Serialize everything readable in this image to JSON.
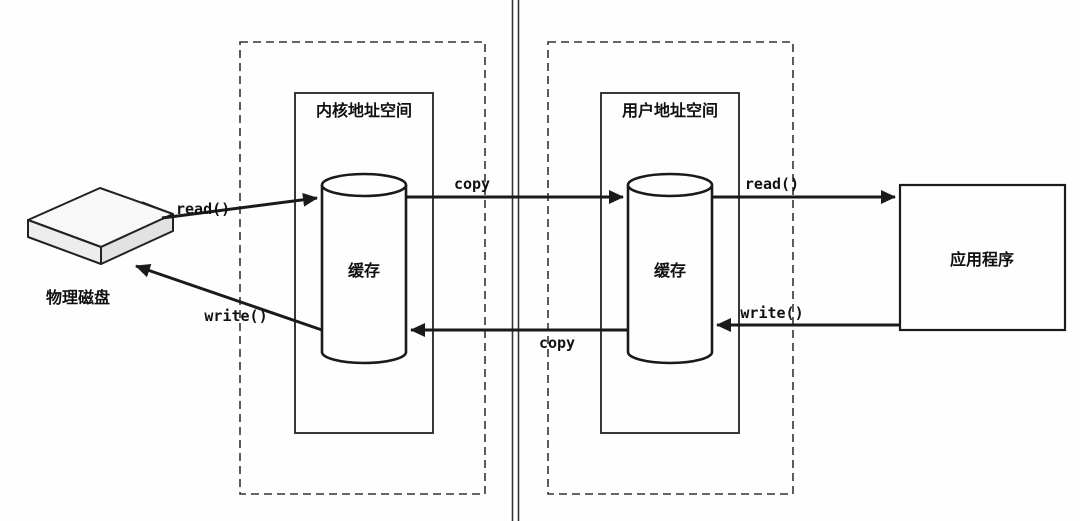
{
  "diagram": {
    "disk": {
      "label": "物理磁盘"
    },
    "kernel_space": {
      "label": "内核地址空间",
      "buffer_label": "缓存"
    },
    "user_space": {
      "label": "用户地址空间",
      "buffer_label": "缓存"
    },
    "application": {
      "label": "应用程序"
    },
    "flows": {
      "disk_to_kernel": "read()",
      "kernel_to_user": "copy",
      "user_to_app": "read()",
      "app_to_user": "write()",
      "user_to_kernel": "copy",
      "kernel_to_disk": "write()"
    }
  },
  "colors": {
    "line": "#1a1a1a",
    "dashed_box": "#333333",
    "disk_top": "#f8f8f8",
    "disk_left": "#ededed",
    "disk_right": "#e2e2e2",
    "background": "#fefefe"
  }
}
